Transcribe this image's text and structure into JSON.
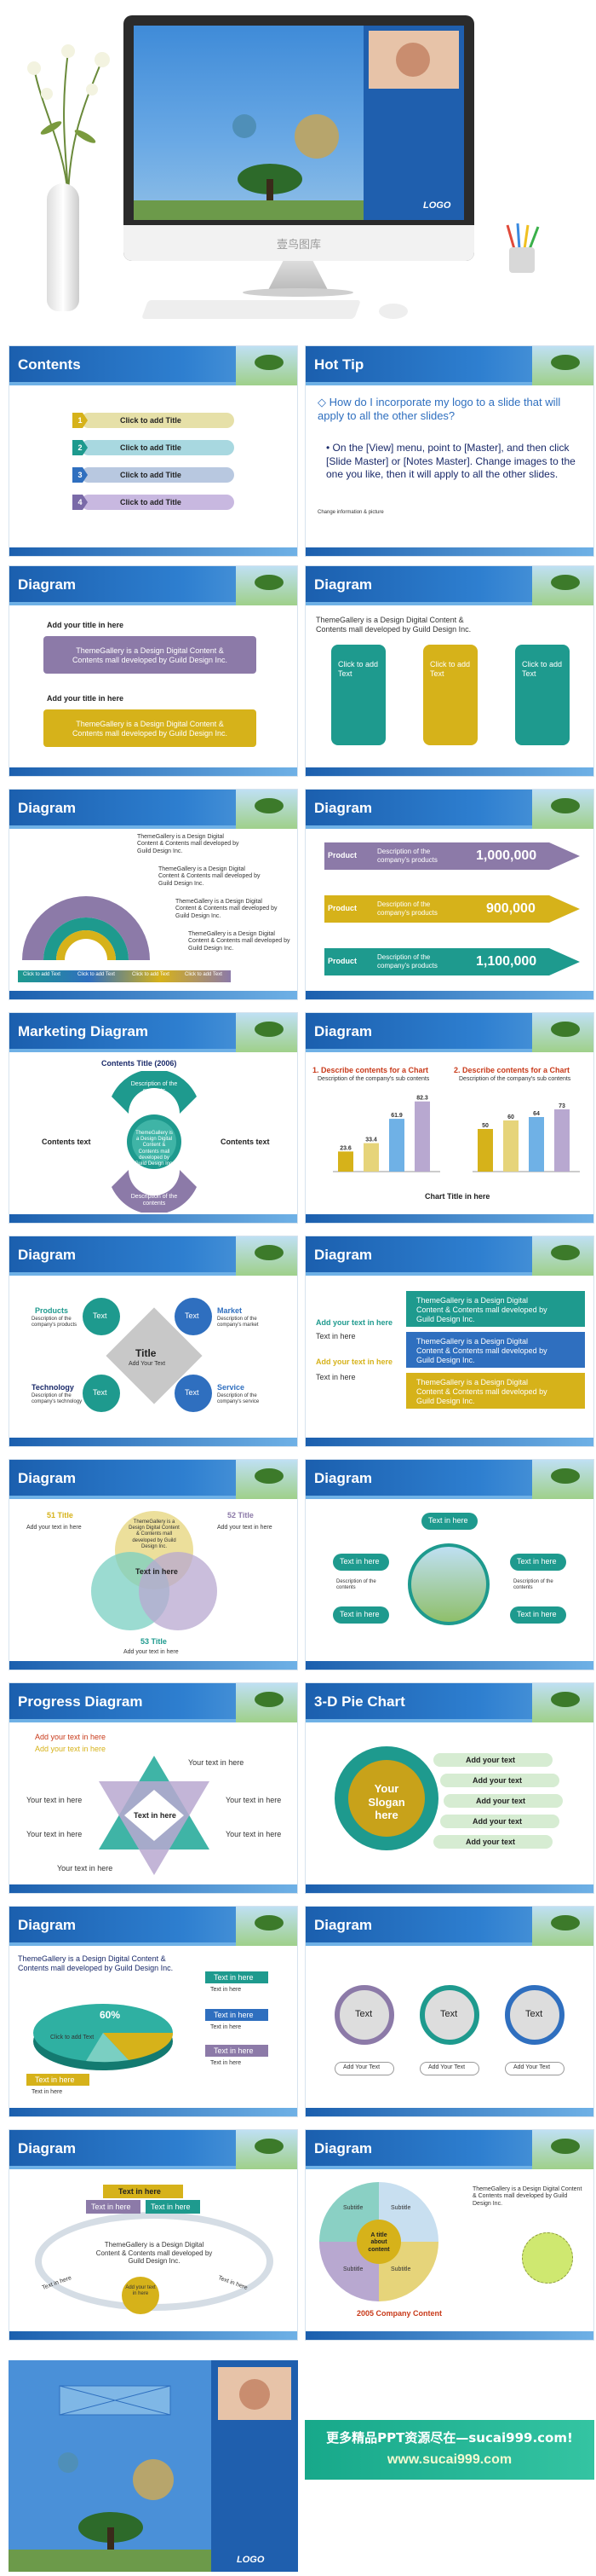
{
  "hero": {
    "brand": "壹鸟图库",
    "logo": "LOGO"
  },
  "p1": {
    "title": "Contents",
    "items": [
      {
        "n": "1",
        "label": "Click to add Title"
      },
      {
        "n": "2",
        "label": "Click to add Title"
      },
      {
        "n": "3",
        "label": "Click to add Title"
      },
      {
        "n": "4",
        "label": "Click to add Title"
      }
    ]
  },
  "p2": {
    "title": "Hot Tip",
    "question": "How do I incorporate my logo to a slide that will apply to all the other slides?",
    "answer": "On the [View] menu, point to [Master], and then click [Slide Master] or [Notes Master]. Change images to the one you like, then it will apply to all the other slides.",
    "fine": "Change information & picture"
  },
  "p3": {
    "title": "Diagram",
    "add1": "Add your title in here",
    "box1": "ThemeGallery is a Design Digital Content & Contents mall developed by Guild Design Inc.",
    "add2": "Add your title in here",
    "box2": "ThemeGallery is a Design Digital Content & Contents mall developed by Guild Design Inc."
  },
  "p4": {
    "title": "Diagram",
    "intro": "ThemeGallery is a Design Digital Content & Contents mall developed by Guild Design Inc.",
    "col": [
      "Click to add Text",
      "Click to add Text",
      "Click to add Text"
    ]
  },
  "p5": {
    "title": "Diagram",
    "texts": [
      "ThemeGallery is a Design Digital Content & Contents mall developed by Guild Design Inc.",
      "ThemeGallery is a Design Digital Content & Contents mall developed by Guild Design Inc.",
      "ThemeGallery is a Design Digital Content & Contents mall developed by Guild Design Inc.",
      "ThemeGallery is a Design Digital Content & Contents mall developed by Guild Design Inc."
    ],
    "tags": [
      "Click to add Text",
      "Click to add Text",
      "Click to add Text",
      "Click to add Text"
    ]
  },
  "p6": {
    "title": "Diagram",
    "rows": [
      {
        "label": "Product",
        "desc": "Description of the company's products",
        "value": "1,000,000"
      },
      {
        "label": "Product",
        "desc": "Description of the company's products",
        "value": "900,000"
      },
      {
        "label": "Product",
        "desc": "Description of the company's products",
        "value": "1,100,000"
      }
    ]
  },
  "p7": {
    "title": "Marketing Diagram",
    "ctitle": "Contents Title (2006)",
    "top": "Description of the contents",
    "bottom": "Description of the contents",
    "left": "Contents text",
    "right": "Contents text",
    "center": "ThemeGallery is a Design Digital Content & Contents mall developed by Guild Design Inc."
  },
  "p8": {
    "title": "Diagram",
    "h1": "1. Describe contents for a Chart",
    "h2": "2. Describe contents for a Chart",
    "s1": "Description of the company's sub contents",
    "s2": "Description of the company's sub contents",
    "caption": "Chart Title in here"
  },
  "chart_data": [
    {
      "type": "bar",
      "categories": [
        "",
        "",
        "",
        ""
      ],
      "values": [
        23.6,
        33.4,
        61.9,
        82.3
      ],
      "title": "1. Describe contents for a Chart",
      "ylim": [
        0,
        90
      ]
    },
    {
      "type": "bar",
      "categories": [
        "",
        "",
        "",
        ""
      ],
      "values": [
        50,
        60,
        64,
        73
      ],
      "title": "2. Describe contents for a Chart",
      "ylim": [
        0,
        90
      ]
    }
  ],
  "p9": {
    "title": "Diagram",
    "center": "Title",
    "center2": "Add Your Text",
    "q": [
      {
        "h": "Products",
        "d": "Description of the company's products"
      },
      {
        "h": "Market",
        "d": "Description of the company's market"
      },
      {
        "h": "Technology",
        "d": "Description of the company's technology"
      },
      {
        "h": "Service",
        "d": "Description of the company's service"
      }
    ],
    "circ": "Text"
  },
  "p10": {
    "title": "Diagram",
    "add1": "Add your text in here",
    "add2": "Add your text in here",
    "boxes": [
      "ThemeGallery is a Design Digital Content & Contents mall developed by Guild Design Inc.",
      "ThemeGallery is a Design Digital Content & Contents mall developed by Guild Design Inc.",
      "ThemeGallery is a Design Digital Content & Contents mall developed by Guild Design Inc."
    ],
    "bul": "Text in here"
  },
  "p11": {
    "title": "Diagram",
    "t1": "ThemeGallery is a Design Digital Content & Contents mall developed by Guild Design Inc.",
    "mid": "Text in here",
    "tags": [
      "51 Title",
      "52 Title",
      "53 Title"
    ],
    "bul": "Add your text in here"
  },
  "p12": {
    "title": "Diagram",
    "text": "Text in here",
    "desc": "Description of the contents"
  },
  "p13": {
    "title": "Progress Diagram",
    "add": "Add your text in here",
    "center": "Text in here",
    "arm": "Your text in here"
  },
  "p14": {
    "title": "3-D Pie Chart",
    "slogan": "Your Slogan here",
    "item": "Add your text"
  },
  "p15": {
    "title": "Diagram",
    "intro": "ThemeGallery is a Design Digital Content & Contents mall developed by Guild Design Inc.",
    "pct": "60%",
    "click": "Click to add Text",
    "tih": "Text in here",
    "bul": "Text in here"
  },
  "p16": {
    "title": "Diagram",
    "circ": "Text",
    "add": "Add Your Text"
  },
  "p17": {
    "title": "Diagram",
    "tih": "Text in here",
    "center": "ThemeGallery is a Design Digital Content & Contents mall developed by Guild Design Inc.",
    "inner": "Add your text in here"
  },
  "p18": {
    "title": "Diagram",
    "sub": "Subtitle",
    "center": "A title about content",
    "year": "2005 Company Content",
    "txt": "ThemeGallery is a Design Digital Content & Contents mall developed by Guild Design Inc."
  },
  "footer": {
    "cn": "更多精品PPT资源尽在—sucai999.com!",
    "url": "www.sucai999.com",
    "logo": "LOGO"
  },
  "colors": {
    "header": "#1b5fae",
    "teal": "#1e9a8e",
    "gold": "#d6b21a",
    "purple": "#8c7aa8"
  }
}
